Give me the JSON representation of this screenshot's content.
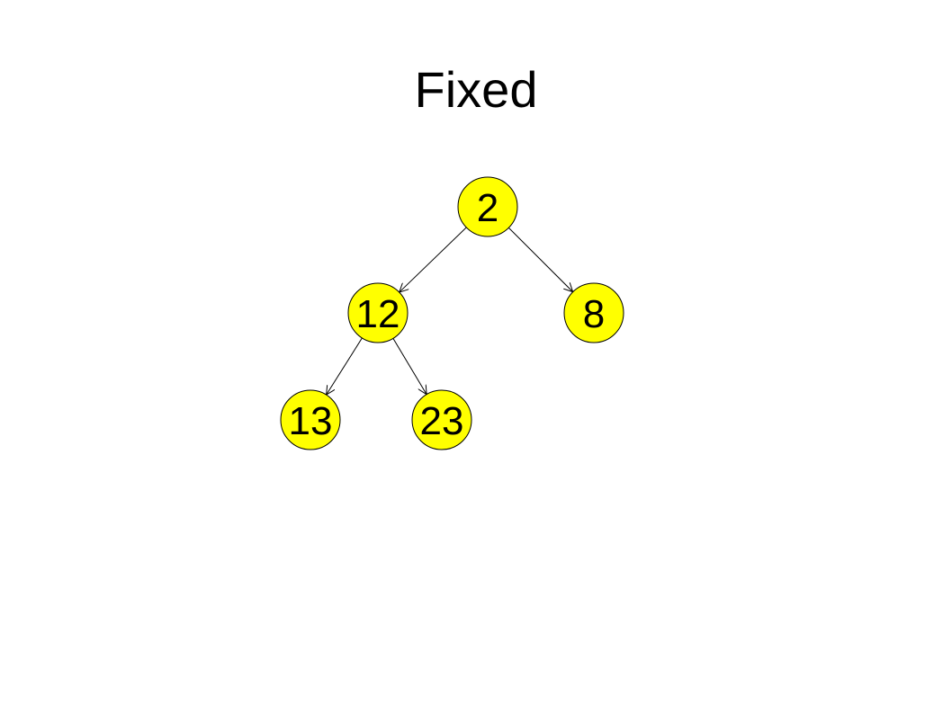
{
  "title": "Fixed",
  "colors": {
    "node_fill": "#ffff00",
    "node_stroke": "#000000",
    "edge": "#000000",
    "text": "#000000"
  },
  "tree": {
    "nodes": [
      {
        "id": "n2",
        "label": "2"
      },
      {
        "id": "n12",
        "label": "12"
      },
      {
        "id": "n8",
        "label": "8"
      },
      {
        "id": "n13",
        "label": "13"
      },
      {
        "id": "n23",
        "label": "23"
      }
    ],
    "edges": [
      {
        "from": "n2",
        "to": "n12"
      },
      {
        "from": "n2",
        "to": "n8"
      },
      {
        "from": "n12",
        "to": "n13"
      },
      {
        "from": "n12",
        "to": "n23"
      }
    ]
  }
}
